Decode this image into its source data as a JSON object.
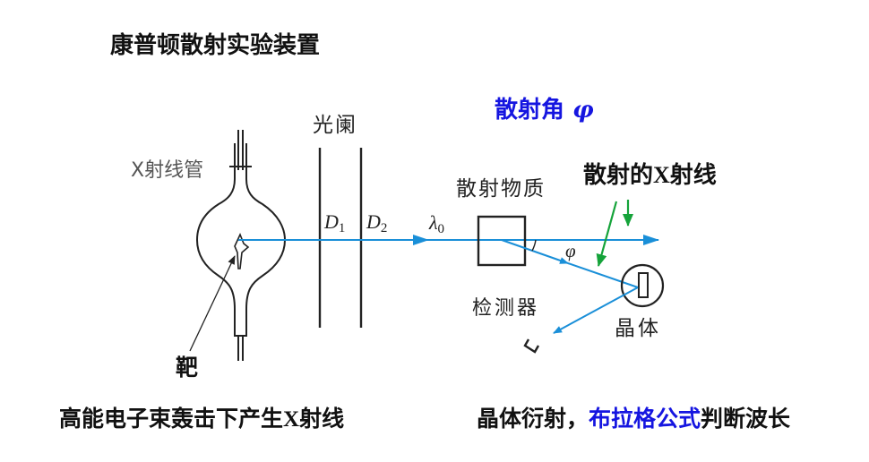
{
  "title": "康普顿散射实验装置",
  "scattering_angle": {
    "text": "散射角",
    "symbol": "φ",
    "color": "#1515e0"
  },
  "scattered_xray": {
    "prefix": "散射的",
    "x": "X",
    "suffix": "射线"
  },
  "labels": {
    "xray_tube": "X射线管",
    "slit": "光阑",
    "scatterer": "散射物质",
    "detector": "检测器",
    "crystal": "晶体",
    "target": "靶",
    "d1": {
      "main": "D",
      "sub": "1"
    },
    "d2": {
      "main": "D",
      "sub": "2"
    },
    "lambda0": {
      "main": "λ",
      "sub": "0"
    },
    "phi": "φ"
  },
  "captions": {
    "left": {
      "prefix": "高能电子束轰击下产生",
      "x": "X",
      "suffix": "射线"
    },
    "right": {
      "prefix": "晶体衍射，",
      "link": "布拉格公式",
      "suffix": "判断波长"
    }
  },
  "colors": {
    "beam": "#1a8fd8",
    "indicator_arrow": "#15a33a",
    "highlight": "#1515e0",
    "line": "#222222"
  }
}
